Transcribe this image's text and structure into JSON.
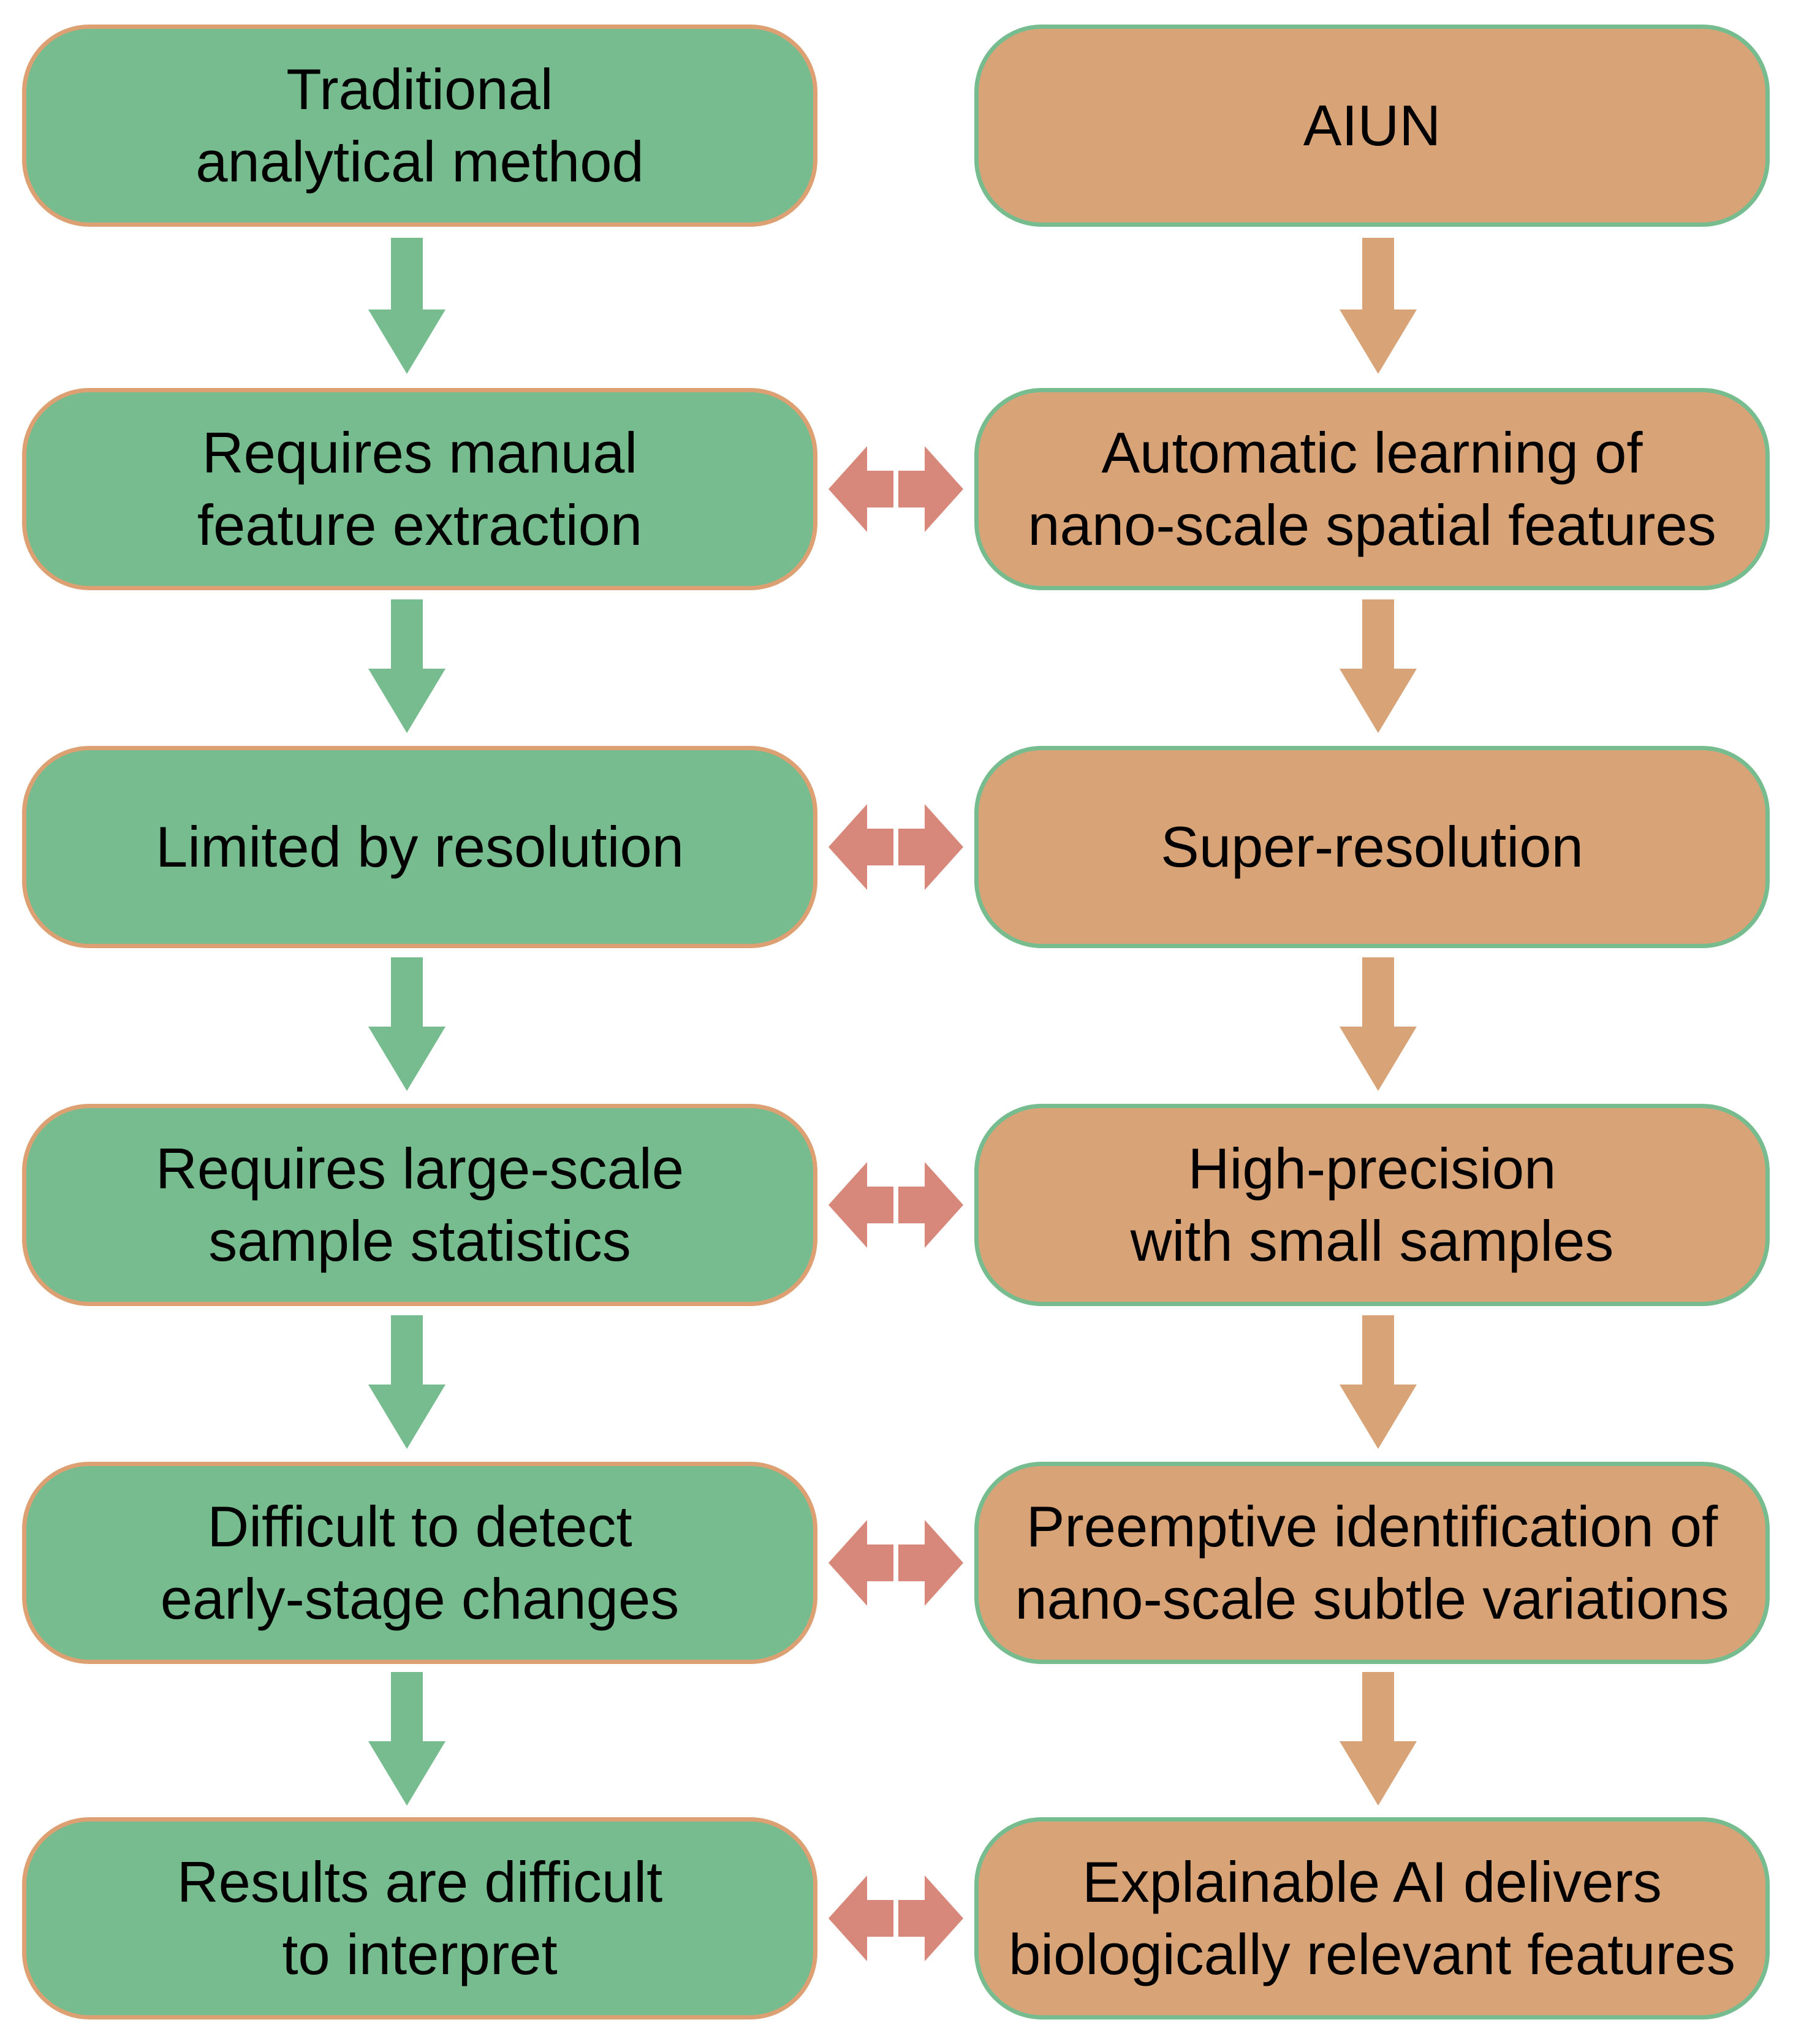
{
  "colors": {
    "traditional_fill": "#76bc8f",
    "traditional_border": "#dca073",
    "aiun_fill": "#d8a477",
    "aiun_border": "#76bc8f",
    "compare_arrow": "#d8887a"
  },
  "left_column": {
    "title": "Traditional\nanalytical method",
    "steps": [
      "Requires manual\nfeature extraction",
      "Limited by resolution",
      "Requires large-scale\nsample statistics",
      "Difficult to detect\nearly-stage changes",
      "Results are difficult\nto interpret"
    ]
  },
  "right_column": {
    "title": "AIUN",
    "steps": [
      "Automatic learning of\nnano-scale spatial features",
      "Super-resolution",
      "High-precision\nwith small samples",
      "Preemptive identification of\nnano-scale subtle variations",
      "Explainable AI delivers\nbiologically relevant features"
    ]
  }
}
